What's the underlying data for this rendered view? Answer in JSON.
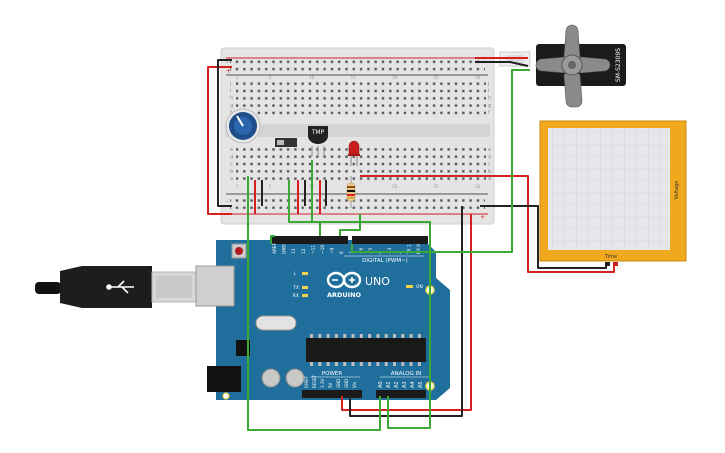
{
  "arduino": {
    "logo_text": "ARDUINO",
    "model": "UNO",
    "digital_label": "DIGITAL (PWM~)",
    "analog_label": "ANALOG IN",
    "power_label": "POWER",
    "on_label": "ON",
    "led_labels": {
      "l": "L",
      "tx": "TX",
      "rx": "RX"
    },
    "top_pin_labels": [
      "AREF",
      "GND",
      "13",
      "12",
      "~11",
      "~10",
      "~9",
      "8",
      "7",
      "~6",
      "~5",
      "4",
      "~3",
      "2",
      "TX 1",
      "RX 0"
    ],
    "power_pin_labels": [
      "IOREF",
      "RESET",
      "3.3V",
      "5V",
      "GND",
      "GND",
      "Vin"
    ],
    "analog_pin_labels": [
      "A0",
      "A1",
      "A2",
      "A3",
      "A4",
      "A5"
    ]
  },
  "breadboard": {
    "rail_plus": "+",
    "rail_minus": "-",
    "row_letters_top": [
      "j",
      "i",
      "h",
      "g",
      "f"
    ],
    "row_letters_bottom": [
      "e",
      "d",
      "c",
      "b",
      "a"
    ],
    "column_count": 30
  },
  "components": {
    "servo_label": "SM-S2309S",
    "sensor_label": "TMP",
    "plotter": {
      "x_label": "Time",
      "y_label": "Voltage"
    }
  },
  "colors": {
    "board_blue": "#1f6e9c",
    "breadboard": "#e6e6e6",
    "wire_red": "#d61f1f",
    "wire_green": "#3aaa35",
    "wire_black": "#222222",
    "plotter_frame": "#f0a81c",
    "servo_body": "#1b1b1b",
    "led_red": "#c81e1e",
    "pot_blue": "#1e4f8a"
  }
}
